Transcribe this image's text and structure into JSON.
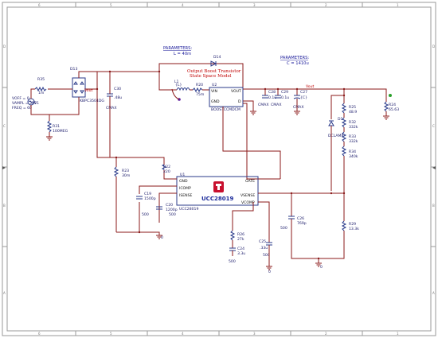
{
  "frame": {
    "cols": [
      "1",
      "2",
      "3",
      "4",
      "5",
      "6"
    ],
    "rows": [
      "A",
      "B",
      "C",
      "D"
    ]
  },
  "params1": {
    "title": "PARAMETERS:",
    "value": "L = 40m"
  },
  "params2": {
    "title": "PARAMETERS:",
    "value": "C = 1410u"
  },
  "source": {
    "line1": "VOFF = 0",
    "line2": "VAMPL = 325",
    "line3": "FREQ = 60",
    "name": "V1"
  },
  "r35": {
    "name": "R35",
    "value": "1m"
  },
  "r31": {
    "name": "R31",
    "value": "100MEG"
  },
  "d13": {
    "name": "D13",
    "part": "KBPC3504DG"
  },
  "vout_label": "Vout",
  "c30": {
    "name": "C30",
    "value": ".48u"
  },
  "cmax1": "CMAX",
  "note_red": {
    "line1": "Output Boost Transistor",
    "line2": "State Space Model"
  },
  "d14": {
    "name": "D14"
  },
  "l1": {
    "name": "L1",
    "value": "{L}"
  },
  "r20": {
    "name": "R20",
    "value": "75m"
  },
  "u2": {
    "name": "U2",
    "pin_vin": "VIN",
    "pin_vout": "VOUT",
    "pin_gnd": "GND",
    "pin_d": "D",
    "part": "BOOSTCCMDCM"
  },
  "c28": {
    "name": "C28",
    "value": "0.1u"
  },
  "c29": {
    "name": "C29",
    "value": "0.1u"
  },
  "c27": {
    "name": "C27",
    "value": "{C}"
  },
  "cmax2": "CMAX",
  "cmax3": "CMAX",
  "cmax4": "CMAX",
  "vout_net": "Vout",
  "r24": {
    "name": "R24",
    "value": "65.63"
  },
  "r25": {
    "name": "R25",
    "value": "48.9"
  },
  "r32": {
    "name": "R32",
    "value": "332k"
  },
  "r33": {
    "name": "R33",
    "value": "332k"
  },
  "r34": {
    "name": "R34",
    "value": "340k"
  },
  "d1": {
    "name": "D1",
    "part": "DCLAMP"
  },
  "r23": {
    "name": "R23",
    "value": "30m"
  },
  "r22": {
    "name": "R22",
    "value": "220"
  },
  "u1": {
    "name": "U1",
    "chip": "UCC28019",
    "part": "UCC28019",
    "pin_gnd": "GND",
    "pin_icomp": "ICOMP",
    "pin_isense": "ISENSE",
    "pin_gate": "GATE",
    "pin_vsense": "VSENSE",
    "pin_vcomp": "VCOMP"
  },
  "c19": {
    "name": "C19",
    "value": "1500p"
  },
  "c20": {
    "name": "C20",
    "value": "1200p"
  },
  "v500a": "500",
  "v500b": "500",
  "r26": {
    "name": "R26",
    "value": "27k"
  },
  "c24": {
    "name": "C24",
    "value": "3.3u"
  },
  "c25": {
    "name": "C25",
    "value": ".33u"
  },
  "v500c": "500",
  "v500d": "500",
  "c26": {
    "name": "C26",
    "value": "769p"
  },
  "v500e": "500",
  "r29": {
    "name": "R29",
    "value": "13.3k"
  },
  "gnd0": "0"
}
